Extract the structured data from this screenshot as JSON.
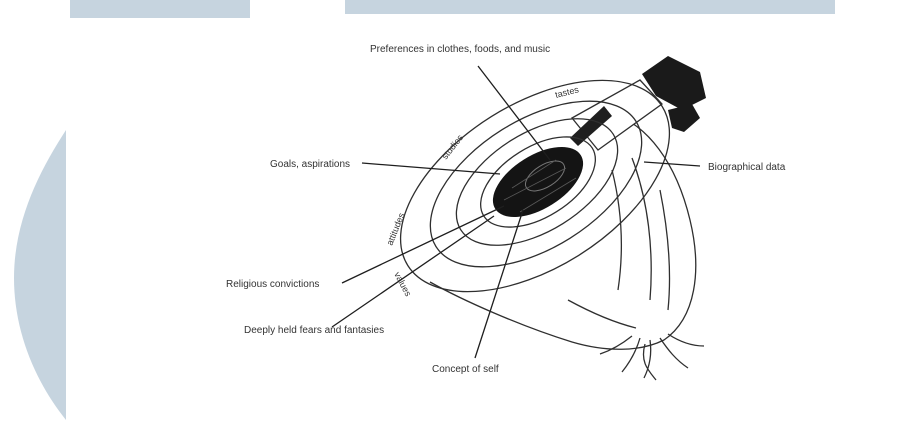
{
  "colors": {
    "background": "#ffffff",
    "watermark": "#c6d4df",
    "ink": "#222222",
    "core": "#141414"
  },
  "diagram": {
    "labels": {
      "preferences": "Preferences in clothes, foods, and music",
      "goals": "Goals, aspirations",
      "biographical": "Biographical data",
      "religious": "Religious convictions",
      "fantasies": "Deeply held fears and fantasies",
      "self_concept": "Concept of self"
    },
    "ring_labels": {
      "tastes": "tastes",
      "studies": "studies",
      "attitudes": "attitudes",
      "values": "values"
    }
  }
}
